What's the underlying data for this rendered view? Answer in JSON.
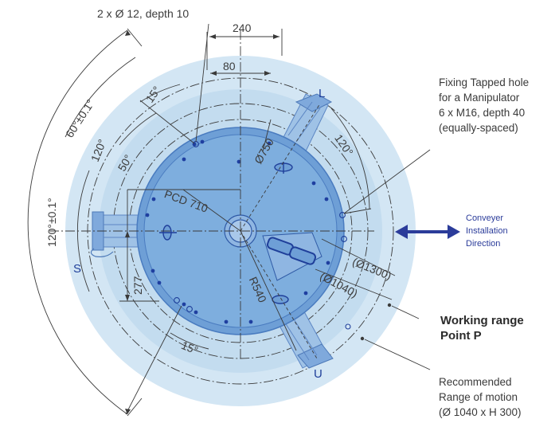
{
  "labels": {
    "top_holes": "2 x Ø 12, depth 10",
    "dim_240": "240",
    "dim_80": "80",
    "ang_15_top": "15°",
    "ang_60": "60°±0.1°",
    "ang_120_left": "120°",
    "ang_50": "50°",
    "ang_120_outer": "120°±0.1°",
    "phi_750": "Ø750",
    "pcd_710": "PCD 710",
    "r_540": "R540",
    "dim_277": "277",
    "phi_1300": "(Ø1300)",
    "phi_1040": "(Ø1040)",
    "ang_120_right": "120°",
    "ang_15_bottom": "15°",
    "axis_L": "L",
    "axis_S": "S",
    "axis_U": "U",
    "fixing_1": "Fixing Tapped hole",
    "fixing_2": "for a Manipulator",
    "fixing_3": "6 x M16, depth 40",
    "fixing_4": "(equally-spaced)",
    "conveyer_1": "Conveyer",
    "conveyer_2": "Installation",
    "conveyer_3": "Direction",
    "working_1": "Working range",
    "working_2": "Point P",
    "recommended_1": "Recommended",
    "recommended_2": "Range of motion",
    "recommended_3": "(Ø 1040 x H 300)"
  },
  "colors": {
    "outer_range": "#d3e6f4",
    "motion_range": "#c3dcef",
    "base_plate": "#6e9fd6",
    "base_inner": "#7eaede",
    "arm": "#9fc2e6",
    "conveyer_arrow": "#2b3c9a",
    "axis_label": "#1f3f9a"
  }
}
